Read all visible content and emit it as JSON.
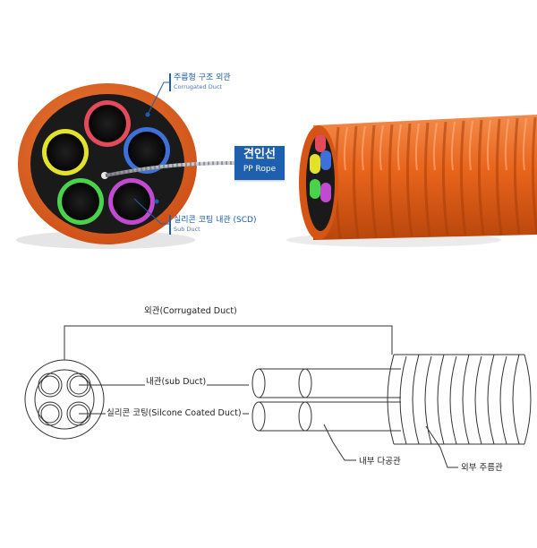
{
  "photo": {
    "outer_duct_ko": "주름형 구조 외관",
    "outer_duct_en": "Corrugated Duct",
    "pp_rope_ko": "견인선",
    "pp_rope_en": "PP Rope",
    "sub_duct_ko": "실리콘 코팅 내관 (SCD)",
    "sub_duct_en": "Sub Duct",
    "colors": {
      "duct_orange": "#e8641c",
      "callout_blue": "#1f5fb0",
      "tube_red": "#e34a5a",
      "tube_blue": "#3f6fd9",
      "tube_yellow": "#e3e22a",
      "tube_green": "#49d24a",
      "tube_purple": "#c04ad0"
    }
  },
  "drawing": {
    "outer_label": "외관(Corrugated Duct)",
    "inner_label": "내관(sub Duct)",
    "coating_label": "실리콘 코팅(Silcone Coated Duct)",
    "inner_multi_label": "내부 다공관",
    "outer_corrugated_label": "외부 주름관"
  }
}
